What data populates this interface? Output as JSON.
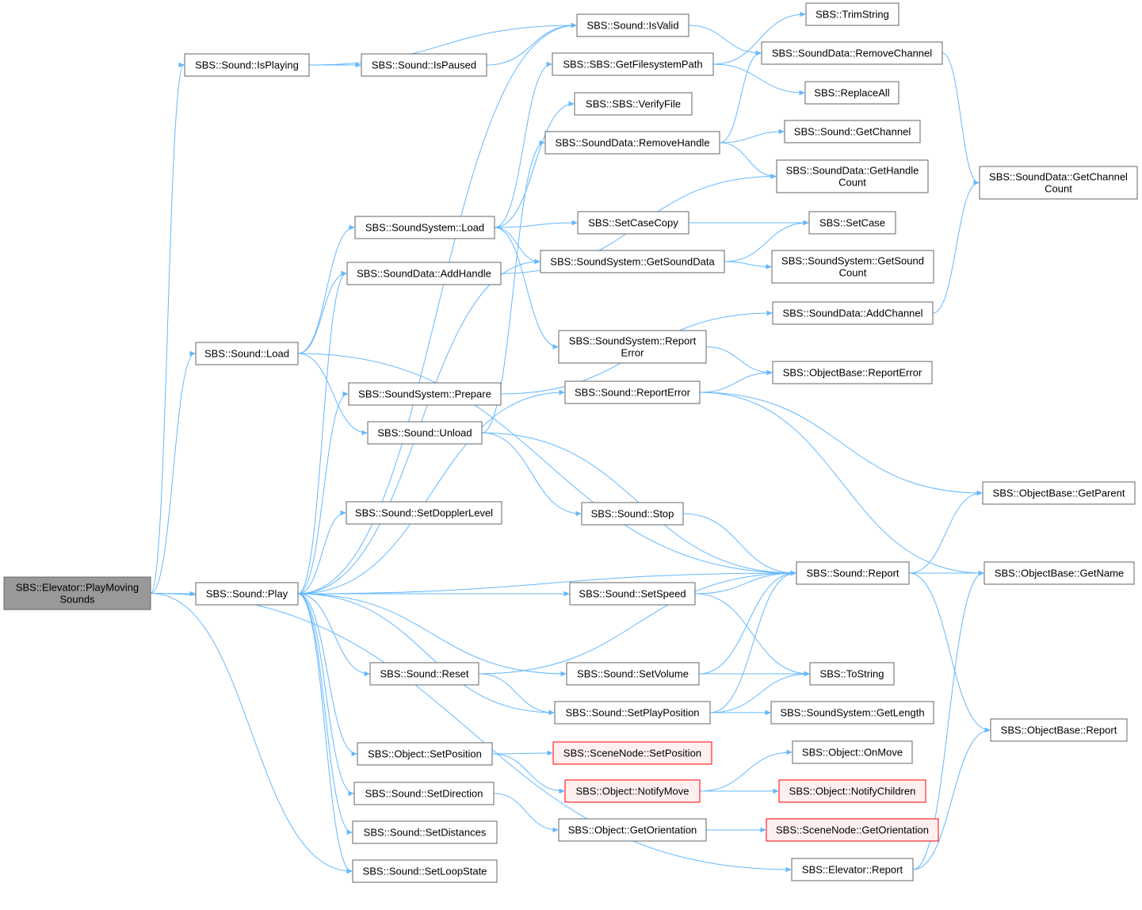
{
  "diagram": {
    "type": "call-graph",
    "colors": {
      "edge": "#63b8ff",
      "root_fill": "#999999",
      "node_border": "#666666",
      "truncated_border": "#ff0000",
      "truncated_fill": "#fff0f0"
    },
    "nodes": [
      {
        "id": "n0",
        "lines": [
          "SBS::Elevator::PlayMoving",
          "Sounds"
        ],
        "style": "root"
      },
      {
        "id": "n1",
        "lines": [
          "SBS::Sound::IsPlaying"
        ]
      },
      {
        "id": "n2",
        "lines": [
          "SBS::Sound::Load"
        ]
      },
      {
        "id": "n3",
        "lines": [
          "SBS::Sound::Play"
        ]
      },
      {
        "id": "n4",
        "lines": [
          "SBS::Sound::SetLoopState"
        ]
      },
      {
        "id": "n5",
        "lines": [
          "SBS::Elevator::Report"
        ]
      },
      {
        "id": "n6",
        "lines": [
          "SBS::Sound::IsPaused"
        ]
      },
      {
        "id": "n7",
        "lines": [
          "SBS::Sound::IsValid"
        ]
      },
      {
        "id": "n8",
        "lines": [
          "SBS::SoundSystem::Load"
        ]
      },
      {
        "id": "n9",
        "lines": [
          "SBS::SoundData::AddHandle"
        ]
      },
      {
        "id": "n10",
        "lines": [
          "SBS::SoundSystem::Prepare"
        ]
      },
      {
        "id": "n11",
        "lines": [
          "SBS::Sound::Unload"
        ]
      },
      {
        "id": "n12",
        "lines": [
          "SBS::Sound::SetDopplerLevel"
        ]
      },
      {
        "id": "n13",
        "lines": [
          "SBS::Sound::Reset"
        ]
      },
      {
        "id": "n14",
        "lines": [
          "SBS::Object::SetPosition"
        ]
      },
      {
        "id": "n15",
        "lines": [
          "SBS::Sound::SetDirection"
        ]
      },
      {
        "id": "n16",
        "lines": [
          "SBS::Sound::SetDistances"
        ]
      },
      {
        "id": "n17",
        "lines": [
          "SBS::SBS::GetFilesystemPath"
        ]
      },
      {
        "id": "n18",
        "lines": [
          "SBS::SBS::VerifyFile"
        ]
      },
      {
        "id": "n19",
        "lines": [
          "SBS::SoundData::RemoveHandle"
        ]
      },
      {
        "id": "n20",
        "lines": [
          "SBS::SetCaseCopy"
        ]
      },
      {
        "id": "n21",
        "lines": [
          "SBS::SoundSystem::GetSoundData"
        ]
      },
      {
        "id": "n22",
        "lines": [
          "SBS::SoundSystem::Report",
          "Error"
        ]
      },
      {
        "id": "n23",
        "lines": [
          "SBS::Sound::ReportError"
        ]
      },
      {
        "id": "n24",
        "lines": [
          "SBS::Sound::Stop"
        ]
      },
      {
        "id": "n25",
        "lines": [
          "SBS::Sound::SetSpeed"
        ]
      },
      {
        "id": "n26",
        "lines": [
          "SBS::Sound::SetVolume"
        ]
      },
      {
        "id": "n27",
        "lines": [
          "SBS::Sound::SetPlayPosition"
        ]
      },
      {
        "id": "n28",
        "lines": [
          "SBS::SceneNode::SetPosition"
        ],
        "style": "red"
      },
      {
        "id": "n29",
        "lines": [
          "SBS::Object::NotifyMove"
        ],
        "style": "red"
      },
      {
        "id": "n30",
        "lines": [
          "SBS::Object::GetOrientation"
        ]
      },
      {
        "id": "n31",
        "lines": [
          "SBS::TrimString"
        ]
      },
      {
        "id": "n32",
        "lines": [
          "SBS::SoundData::RemoveChannel"
        ]
      },
      {
        "id": "n33",
        "lines": [
          "SBS::ReplaceAll"
        ]
      },
      {
        "id": "n34",
        "lines": [
          "SBS::Sound::GetChannel"
        ]
      },
      {
        "id": "n35",
        "lines": [
          "SBS::SoundData::GetHandle",
          "Count"
        ]
      },
      {
        "id": "n36",
        "lines": [
          "SBS::SetCase"
        ]
      },
      {
        "id": "n37",
        "lines": [
          "SBS::SoundSystem::GetSound",
          "Count"
        ]
      },
      {
        "id": "n38",
        "lines": [
          "SBS::SoundData::AddChannel"
        ]
      },
      {
        "id": "n39",
        "lines": [
          "SBS::ObjectBase::ReportError"
        ]
      },
      {
        "id": "n40",
        "lines": [
          "SBS::Sound::Report"
        ]
      },
      {
        "id": "n41",
        "lines": [
          "SBS::ToString"
        ]
      },
      {
        "id": "n42",
        "lines": [
          "SBS::SoundSystem::GetLength"
        ]
      },
      {
        "id": "n43",
        "lines": [
          "SBS::Object::OnMove"
        ]
      },
      {
        "id": "n44",
        "lines": [
          "SBS::Object::NotifyChildren"
        ],
        "style": "red"
      },
      {
        "id": "n45",
        "lines": [
          "SBS::SceneNode::GetOrientation"
        ],
        "style": "red"
      },
      {
        "id": "n46",
        "lines": [
          "SBS::SoundData::GetChannel",
          "Count"
        ]
      },
      {
        "id": "n47",
        "lines": [
          "SBS::ObjectBase::GetParent"
        ]
      },
      {
        "id": "n48",
        "lines": [
          "SBS::ObjectBase::GetName"
        ]
      },
      {
        "id": "n49",
        "lines": [
          "SBS::ObjectBase::Report"
        ]
      }
    ],
    "edges": [
      [
        "n0",
        "n1"
      ],
      [
        "n0",
        "n2"
      ],
      [
        "n0",
        "n3"
      ],
      [
        "n0",
        "n4"
      ],
      [
        "n0",
        "n5"
      ],
      [
        "n1",
        "n6"
      ],
      [
        "n1",
        "n7"
      ],
      [
        "n6",
        "n7"
      ],
      [
        "n7",
        "n32"
      ],
      [
        "n2",
        "n8"
      ],
      [
        "n2",
        "n9"
      ],
      [
        "n2",
        "n11"
      ],
      [
        "n2",
        "n40"
      ],
      [
        "n3",
        "n7"
      ],
      [
        "n3",
        "n9"
      ],
      [
        "n3",
        "n10"
      ],
      [
        "n3",
        "n21"
      ],
      [
        "n3",
        "n23"
      ],
      [
        "n3",
        "n12"
      ],
      [
        "n3",
        "n40"
      ],
      [
        "n3",
        "n25"
      ],
      [
        "n3",
        "n13"
      ],
      [
        "n3",
        "n26"
      ],
      [
        "n3",
        "n27"
      ],
      [
        "n3",
        "n14"
      ],
      [
        "n3",
        "n15"
      ],
      [
        "n3",
        "n16"
      ],
      [
        "n3",
        "n4"
      ],
      [
        "n8",
        "n17"
      ],
      [
        "n8",
        "n18"
      ],
      [
        "n8",
        "n20"
      ],
      [
        "n8",
        "n21"
      ],
      [
        "n8",
        "n22"
      ],
      [
        "n9",
        "n35"
      ],
      [
        "n10",
        "n38"
      ],
      [
        "n11",
        "n19"
      ],
      [
        "n11",
        "n24"
      ],
      [
        "n11",
        "n40"
      ],
      [
        "n17",
        "n31"
      ],
      [
        "n17",
        "n33"
      ],
      [
        "n19",
        "n32"
      ],
      [
        "n19",
        "n34"
      ],
      [
        "n19",
        "n35"
      ],
      [
        "n20",
        "n36"
      ],
      [
        "n21",
        "n36"
      ],
      [
        "n21",
        "n37"
      ],
      [
        "n22",
        "n39"
      ],
      [
        "n23",
        "n39"
      ],
      [
        "n23",
        "n47"
      ],
      [
        "n23",
        "n48"
      ],
      [
        "n24",
        "n40"
      ],
      [
        "n25",
        "n40"
      ],
      [
        "n25",
        "n41"
      ],
      [
        "n26",
        "n40"
      ],
      [
        "n26",
        "n41"
      ],
      [
        "n13",
        "n40"
      ],
      [
        "n13",
        "n27"
      ],
      [
        "n27",
        "n40"
      ],
      [
        "n27",
        "n41"
      ],
      [
        "n27",
        "n42"
      ],
      [
        "n14",
        "n28"
      ],
      [
        "n14",
        "n29"
      ],
      [
        "n29",
        "n43"
      ],
      [
        "n29",
        "n44"
      ],
      [
        "n15",
        "n30"
      ],
      [
        "n30",
        "n45"
      ],
      [
        "n32",
        "n46"
      ],
      [
        "n38",
        "n46"
      ],
      [
        "n40",
        "n47"
      ],
      [
        "n40",
        "n48"
      ],
      [
        "n40",
        "n49"
      ],
      [
        "n5",
        "n48"
      ],
      [
        "n5",
        "n49"
      ]
    ]
  }
}
